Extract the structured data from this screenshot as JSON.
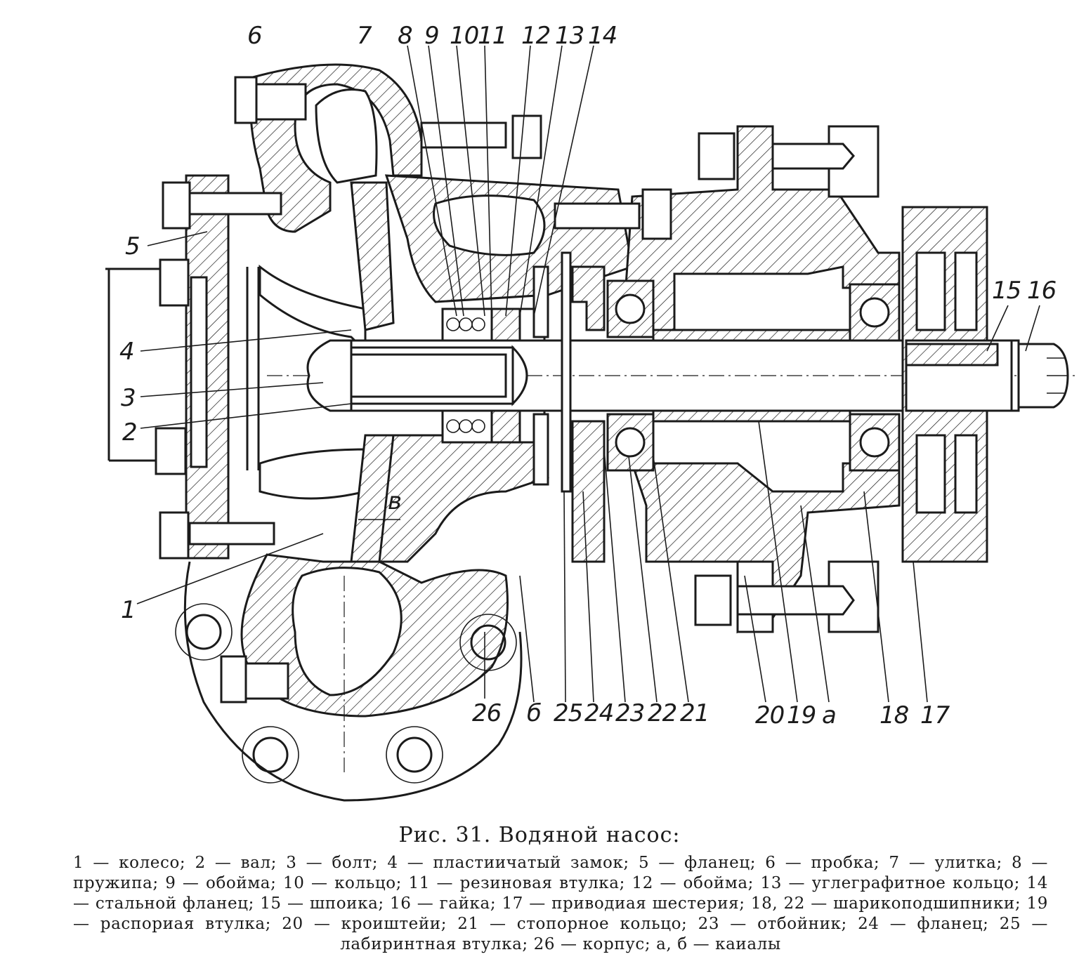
{
  "figure": {
    "callouts": [
      "6",
      "7",
      "8",
      "9",
      "10",
      "11",
      "12",
      "13",
      "14",
      "5",
      "4",
      "3",
      "2",
      "1",
      "в",
      "15",
      "16",
      "26",
      "б",
      "25",
      "24",
      "23",
      "22",
      "21",
      "20",
      "19",
      "а",
      "18",
      "17"
    ]
  },
  "caption": {
    "title": "Рис. 31. Водяной насос:",
    "legend": [
      "1 — колесо;",
      "2 — вал;",
      "3 — болт;",
      "4 — пластиичатый замок;",
      "5 — фланец;",
      "6 — пробка;",
      "7 — улитка;",
      "8 — пружипа;",
      "9 — обойма;",
      "10 — кольцо;",
      "11 — резиновая втулка;",
      "12 — обойма;",
      "13 — углеграфитное кольцо;",
      "14 — стальной фланец;",
      "15 — шпоика;",
      "16 — гайка;",
      "17 — приводиая шестерия;",
      "18, 22 — шарикоподшипники;",
      "19 — распориая втулка;",
      "20 — кроиштейи;",
      "21 — стопорное кольцо;",
      "23 — отбойник;",
      "24 — фланец;",
      "25 — лабиринтная втулка;",
      "26 — корпус;",
      "а, б — каиалы"
    ]
  }
}
